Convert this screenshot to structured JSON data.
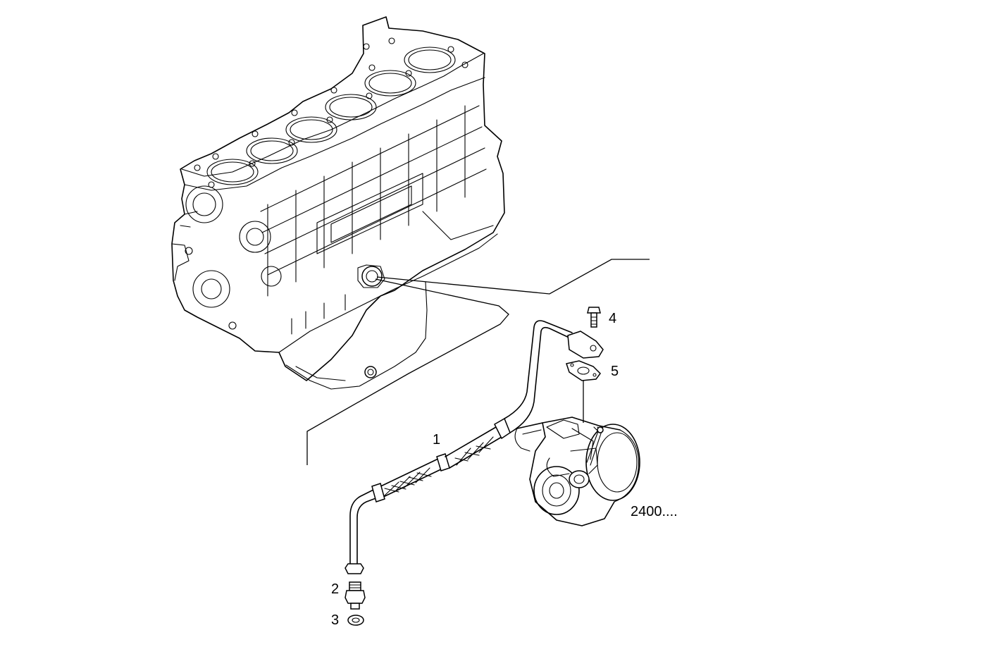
{
  "callouts": {
    "part_1": "1",
    "part_2": "2",
    "part_3": "3",
    "part_4": "4",
    "part_5": "5",
    "turbo_ref": "2400...."
  }
}
